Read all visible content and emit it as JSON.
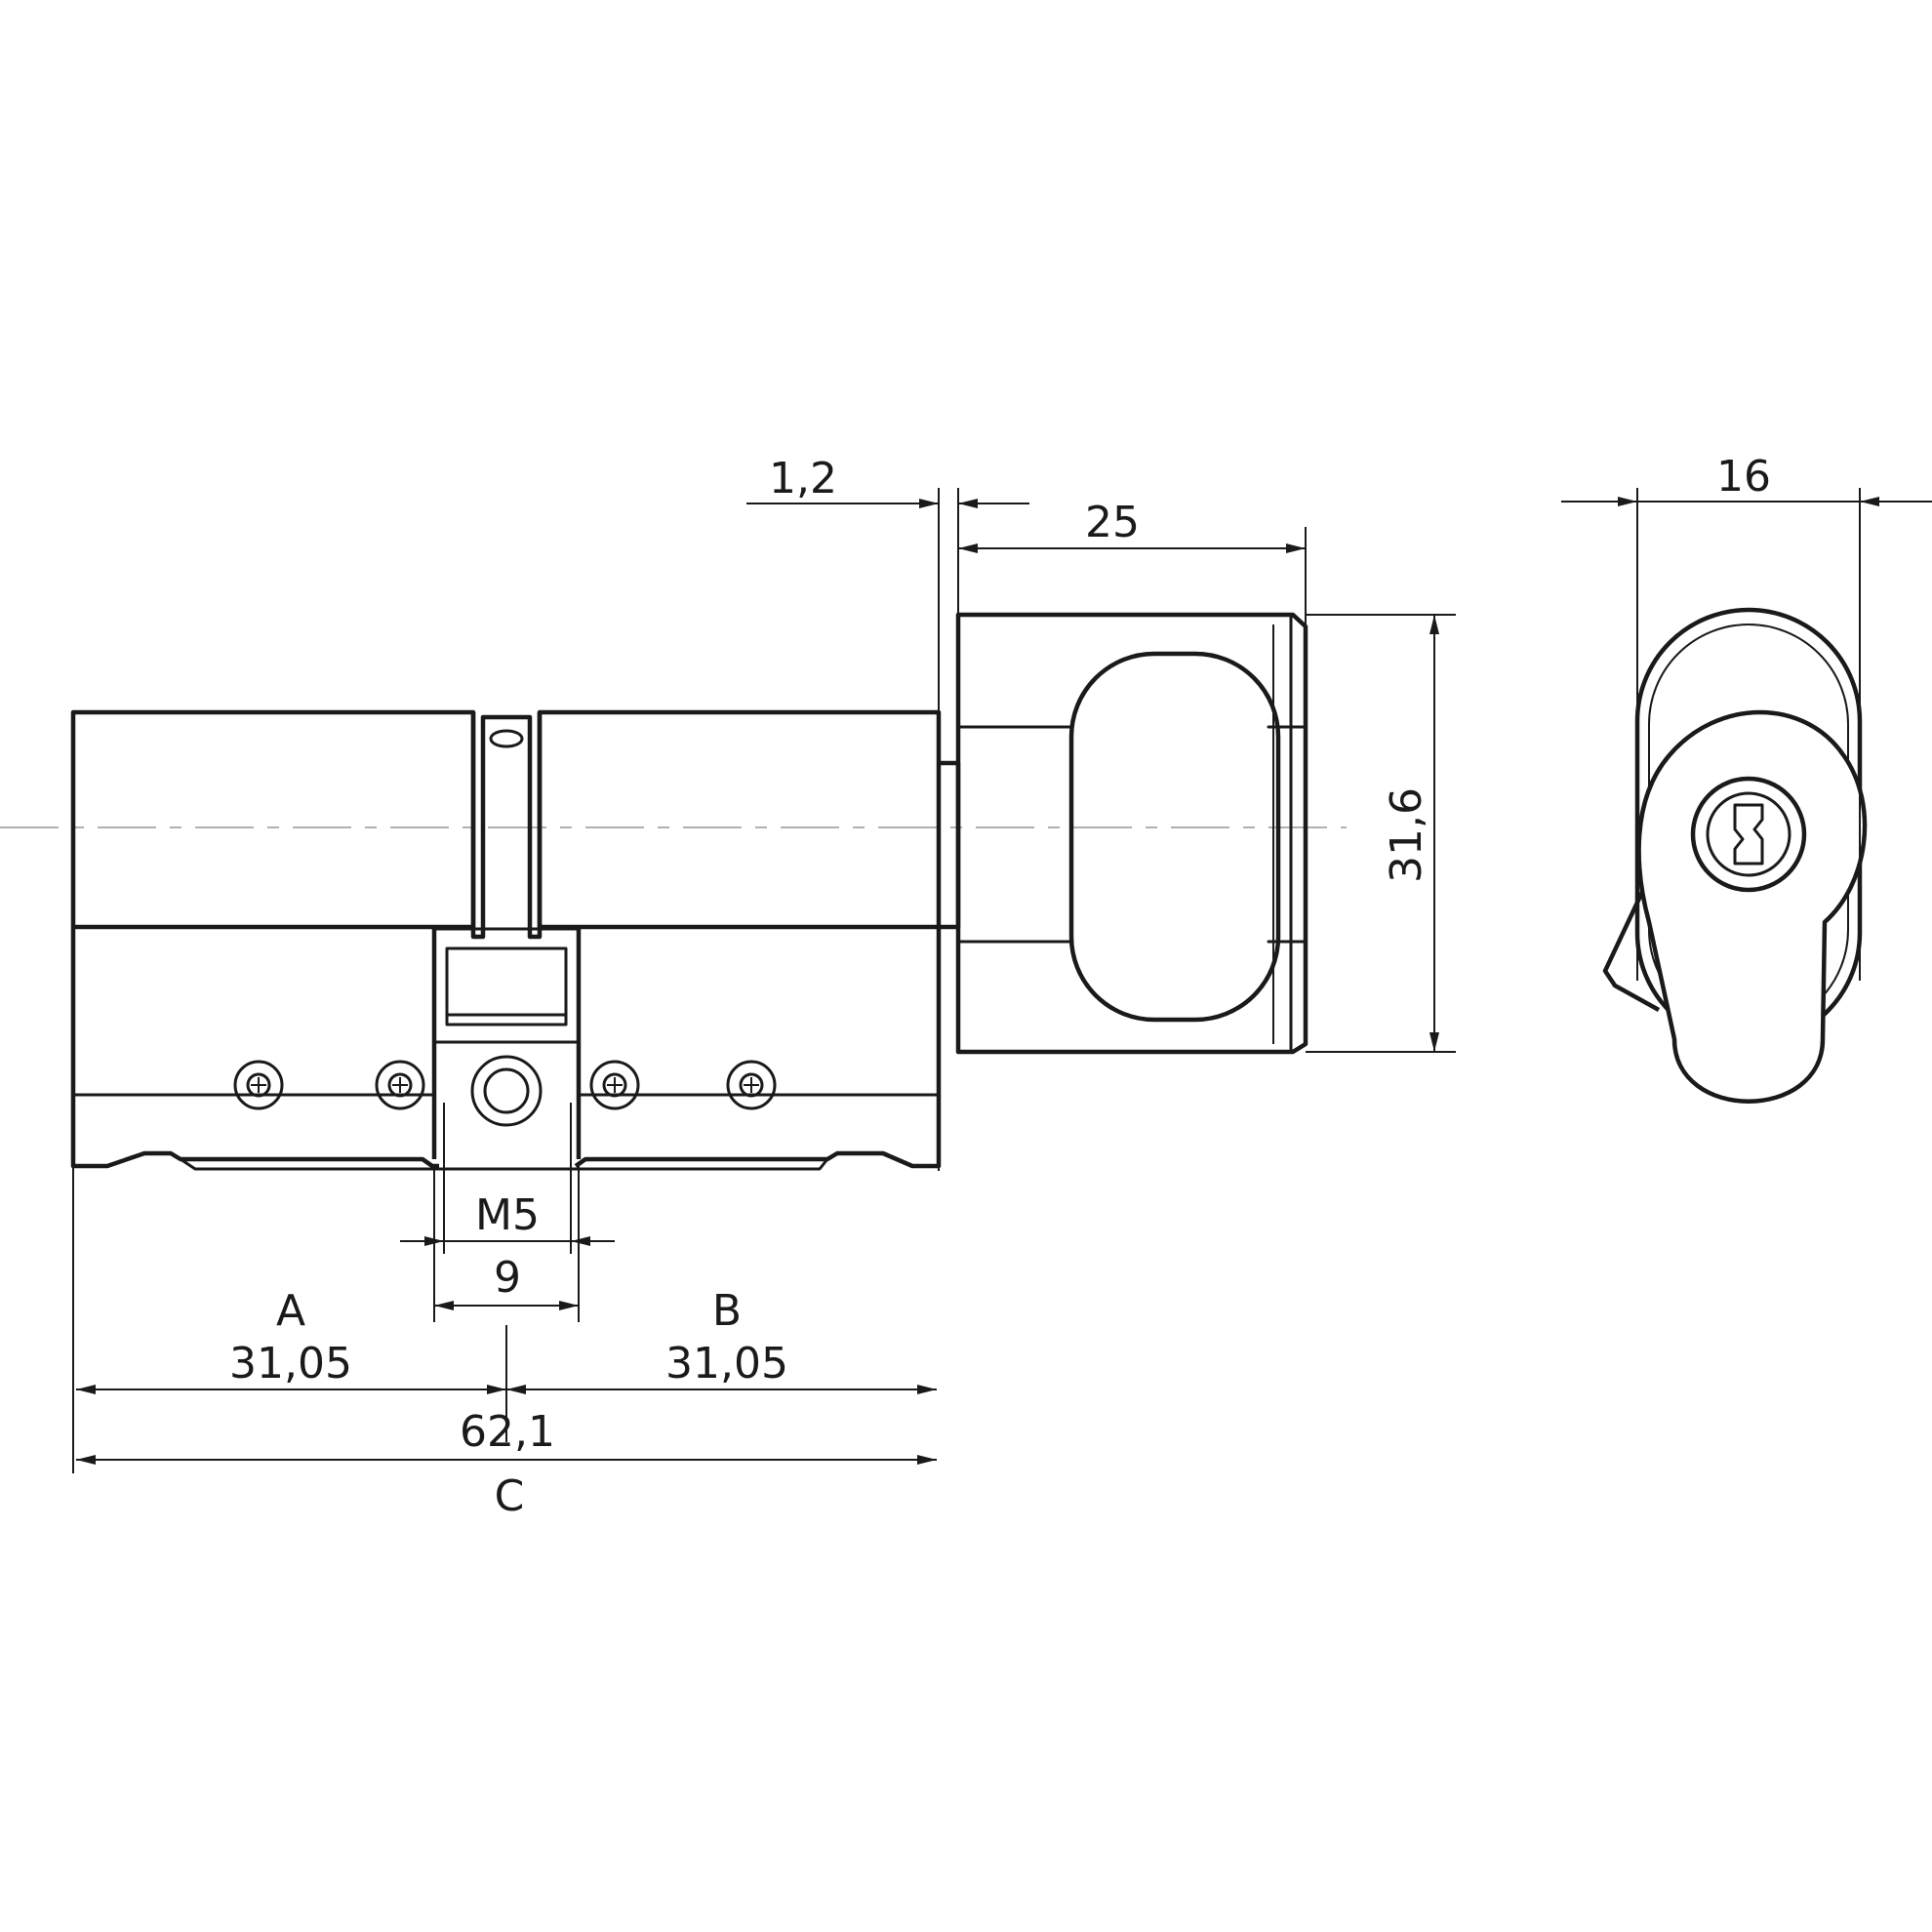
{
  "dimensions": {
    "thickness": "1,2",
    "knob_length": "25",
    "knob_width": "16",
    "height": "31,6",
    "screw_thread": "M5",
    "cam_width": "9",
    "side_a_label": "A",
    "side_a_value": "31,05",
    "side_b_label": "B",
    "side_b_value": "31,05",
    "total_value": "62,1",
    "total_label": "C"
  },
  "colors": {
    "line": "#1a1a1a",
    "centerline": "#b0b0b0",
    "background": "#ffffff"
  }
}
